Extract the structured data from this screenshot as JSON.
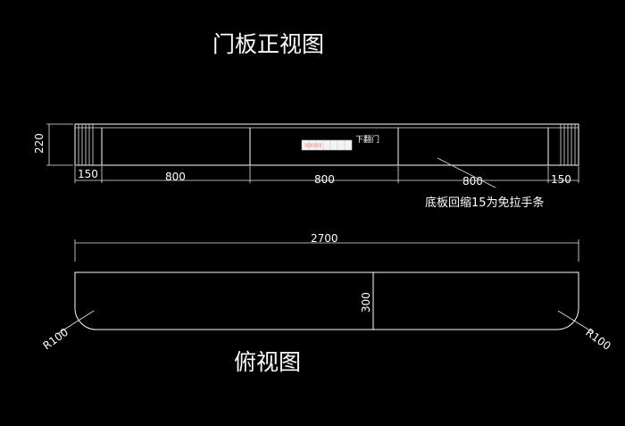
{
  "front_view": {
    "title": "门板正视图",
    "height_dim": "220",
    "dims": [
      "150",
      "800",
      "800",
      "800",
      "150"
    ],
    "door_label": "下翻门",
    "device_label": "▯▯▯▯▯▯▯",
    "note": "底板回缩15为免拉手条"
  },
  "top_view": {
    "title": "俯视图",
    "total_dim": "2700",
    "depth_dim": "300",
    "radius_left": "R100",
    "radius_right": "R100"
  },
  "colors": {
    "line": "#ffffff",
    "background": "#000000",
    "accent": "#ff3030"
  }
}
